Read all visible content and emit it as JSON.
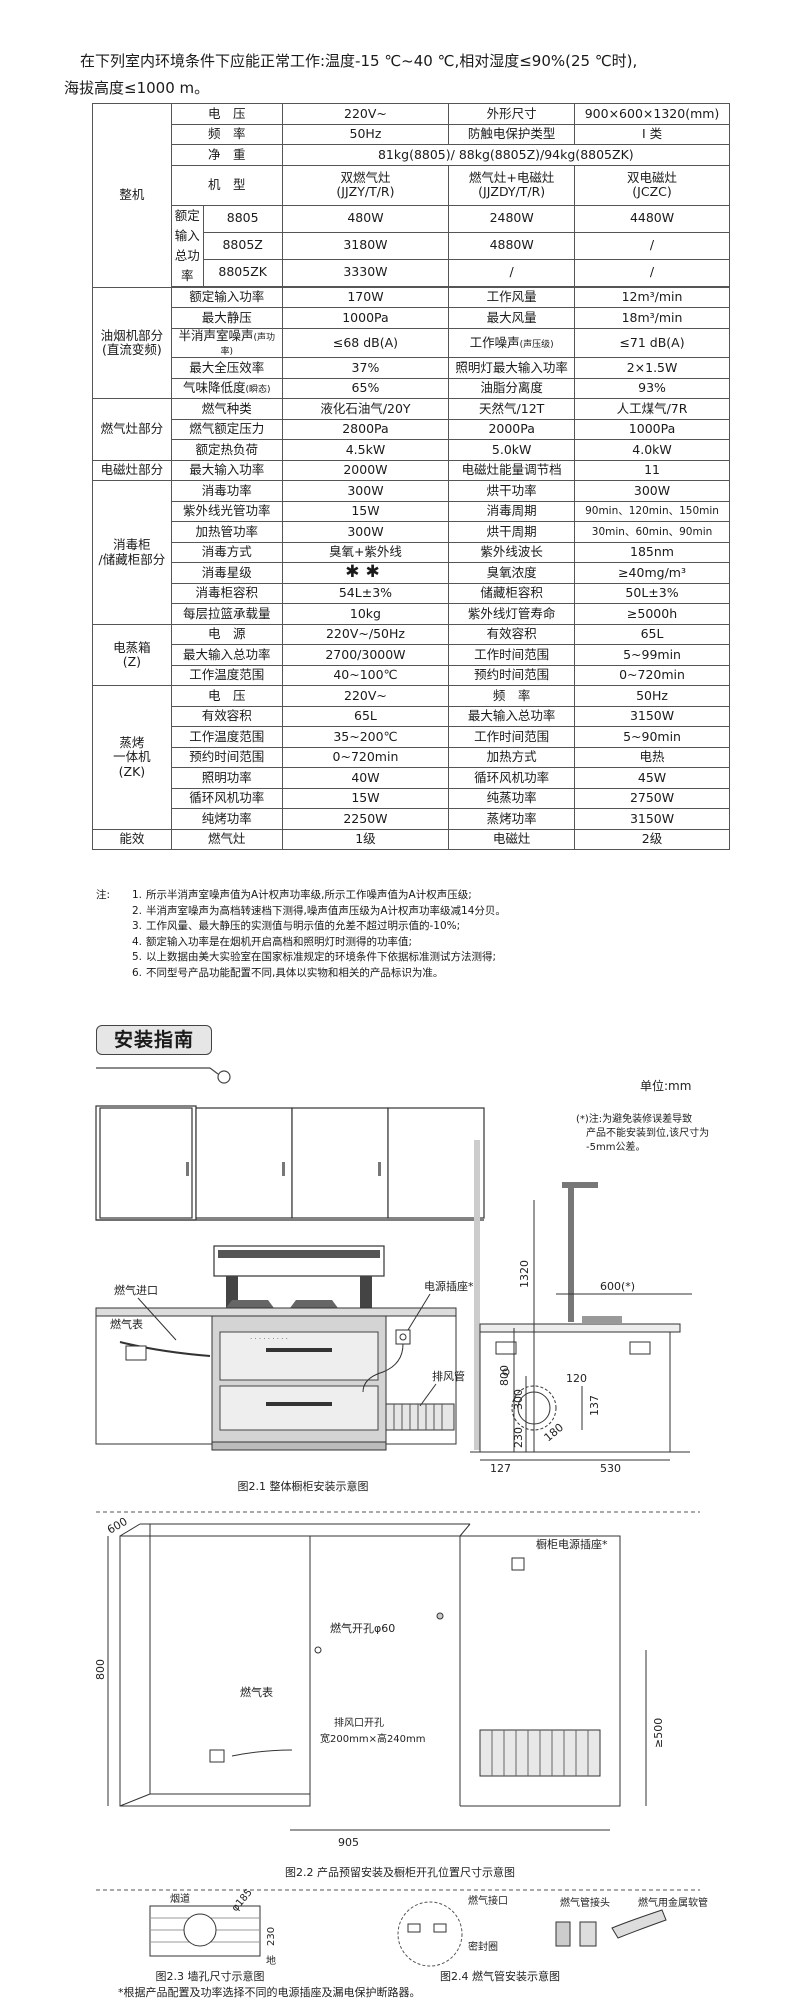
{
  "intro": {
    "line1": "在下列室内环境条件下应能正常工作:温度-15 ℃~40 ℃,相对湿度≤90%(25 ℃时),",
    "line2": "海拔高度≤1000 m。"
  },
  "table": {
    "whole": {
      "section": "整机",
      "voltage_label": "电　压",
      "voltage_value": "220V~",
      "size_label": "外形尺寸",
      "size_value": "900×600×1320(mm)",
      "freq_label": "频　率",
      "freq_value": "50Hz",
      "shock_label": "防触电保护类型",
      "shock_value": "I 类",
      "weight_label": "净　重",
      "weight_value": "81kg(8805)/ 88kg(8805Z)/94kg(8805ZK)",
      "model_label": "机　型",
      "model_1": "双燃气灶",
      "model_1_code": "(JJZY/T/R)",
      "model_2": "燃气灶+电磁灶",
      "model_2_code": "(JJZDY/T/R)",
      "model_3": "双电磁灶",
      "model_3_code": "(JCZC)",
      "rated_label_1": "额定",
      "rated_label_2": "输入",
      "rated_label_3": "总功率",
      "rows": [
        {
          "model": "8805",
          "v1": "480W",
          "v2": "2480W",
          "v3": "4480W"
        },
        {
          "model": "8805Z",
          "v1": "3180W",
          "v2": "4880W",
          "v3": "/"
        },
        {
          "model": "8805ZK",
          "v1": "3330W",
          "v2": "/",
          "v3": "/"
        }
      ]
    },
    "hood": {
      "section_1": "油烟机部分",
      "section_2": "(直流变频)",
      "rows": [
        {
          "l1": "额定输入功率",
          "v1": "170W",
          "l2": "工作风量",
          "v2": "12m³/min"
        },
        {
          "l1": "最大静压",
          "v1": "1000Pa",
          "l2": "最大风量",
          "v2": "18m³/min"
        },
        {
          "l1": "半消声室噪声",
          "l1s": "(声功率)",
          "v1": "≤68 dB(A)",
          "l2": "工作噪声",
          "l2s": "(声压级)",
          "v2": "≤71 dB(A)"
        },
        {
          "l1": "最大全压效率",
          "v1": "37%",
          "l2": "照明灯最大输入功率",
          "v2": "2×1.5W"
        },
        {
          "l1": "气味降低度",
          "l1s": "(瞬态)",
          "v1": "65%",
          "l2": "油脂分离度",
          "v2": "93%"
        }
      ]
    },
    "gas": {
      "section": "燃气灶部分",
      "rows": [
        {
          "l": "燃气种类",
          "v1": "液化石油气/20Y",
          "v2": "天然气/12T",
          "v3": "人工煤气/7R"
        },
        {
          "l": "燃气额定压力",
          "v1": "2800Pa",
          "v2": "2000Pa",
          "v3": "1000Pa"
        },
        {
          "l": "额定热负荷",
          "v1": "4.5kW",
          "v2": "5.0kW",
          "v3": "4.0kW"
        }
      ]
    },
    "induction": {
      "section": "电磁灶部分",
      "l1": "最大输入功率",
      "v1": "2000W",
      "l2": "电磁灶能量调节档",
      "v2": "11"
    },
    "disinfect": {
      "section_1": "消毒柜",
      "section_2": "/储藏柜部分",
      "rows": [
        {
          "l1": "消毒功率",
          "v1": "300W",
          "l2": "烘干功率",
          "v2": "300W"
        },
        {
          "l1": "紫外线光管功率",
          "v1": "15W",
          "l2": "消毒周期",
          "v2": "90min、120min、150min"
        },
        {
          "l1": "加热管功率",
          "v1": "300W",
          "l2": "烘干周期",
          "v2": "30min、60min、90min"
        },
        {
          "l1": "消毒方式",
          "v1": "臭氧+紫外线",
          "l2": "紫外线波长",
          "v2": "185nm"
        },
        {
          "l1": "消毒星级",
          "v1": "✱✱",
          "l2": "臭氧浓度",
          "v2": "≥40mg/m³"
        },
        {
          "l1": "消毒柜容积",
          "v1": "54L±3%",
          "l2": "储藏柜容积",
          "v2": "50L±3%"
        },
        {
          "l1": "每层拉篮承载量",
          "v1": "10kg",
          "l2": "紫外线灯管寿命",
          "v2": "≥5000h"
        }
      ]
    },
    "steamer": {
      "section_1": "电蒸箱",
      "section_2": "(Z)",
      "rows": [
        {
          "l1": "电　源",
          "v1": "220V~/50Hz",
          "l2": "有效容积",
          "v2": "65L"
        },
        {
          "l1": "最大输入总功率",
          "v1": "2700/3000W",
          "l2": "工作时间范围",
          "v2": "5~99min"
        },
        {
          "l1": "工作温度范围",
          "v1": "40~100℃",
          "l2": "预约时间范围",
          "v2": "0~720min"
        }
      ]
    },
    "steam_oven": {
      "section_1": "蒸烤",
      "section_2": "一体机",
      "section_3": "(ZK)",
      "rows": [
        {
          "l1": "电　压",
          "v1": "220V~",
          "l2": "频　率",
          "v2": "50Hz"
        },
        {
          "l1": "有效容积",
          "v1": "65L",
          "l2": "最大输入总功率",
          "v2": "3150W"
        },
        {
          "l1": "工作温度范围",
          "v1": "35~200℃",
          "l2": "工作时间范围",
          "v2": "5~90min"
        },
        {
          "l1": "预约时间范围",
          "v1": "0~720min",
          "l2": "加热方式",
          "v2": "电热"
        },
        {
          "l1": "照明功率",
          "v1": "40W",
          "l2": "循环风机功率",
          "v2": "45W"
        },
        {
          "l1": "循环风机功率",
          "v1": "15W",
          "l2": "纯蒸功率",
          "v2": "2750W"
        },
        {
          "l1": "纯烤功率",
          "v1": "2250W",
          "l2": "蒸烤功率",
          "v2": "3150W"
        }
      ]
    },
    "efficiency": {
      "section": "能效",
      "l1": "燃气灶",
      "v1": "1级",
      "l2": "电磁灶",
      "v2": "2级"
    }
  },
  "notes": {
    "prefix": "注:",
    "items": [
      {
        "n": "1.",
        "text": "所示半消声室噪声值为A计权声功率级,所示工作噪声值为A计权声压级;"
      },
      {
        "n": "2.",
        "text": "半消声室噪声为高档转速档下测得,噪声值声压级为A计权声功率级减14分贝。"
      },
      {
        "n": "3.",
        "text": "工作风量、最大静压的实测值与明示值的允差不超过明示值的-10%;"
      },
      {
        "n": "4.",
        "text": "额定输入功率是在烟机开启高档和照明灯时测得的功率值;"
      },
      {
        "n": "5.",
        "text": "以上数据由美大实验室在国家标准规定的环境条件下依据标准测试方法测得;"
      },
      {
        "n": "6.",
        "text": "不同型号产品功能配置不同,具体以实物和相关的产品标识为准。"
      }
    ]
  },
  "install": {
    "title": "安装指南",
    "unit": "单位:mm",
    "tolerance_1": "(*)注:为避免装修误差导致",
    "tolerance_2": "产品不能安装到位,该尺寸为",
    "tolerance_3": "-5mm公差。",
    "fig1": {
      "gas_inlet": "燃气进口",
      "gas_meter": "燃气表",
      "power_socket": "电源插座*",
      "exhaust_pipe": "排风管",
      "caption": "图2.1 整体橱柜安装示意图",
      "dims": {
        "d600": "600(*)",
        "d1320": "1320",
        "d800": "800",
        "d300": "300",
        "d230": "230",
        "d120": "120",
        "d137": "137",
        "d180": "180",
        "d127": "127",
        "d530": "530"
      }
    },
    "fig2": {
      "cabinet_socket": "橱柜电源插座*",
      "gas_hole": "燃气开孔φ60",
      "gas_meter": "燃气表",
      "exhaust_hole_1": "排风口开孔",
      "exhaust_hole_2": "宽200mm×高240mm",
      "d600": "600",
      "d800": "800",
      "d905": "905",
      "d500": "≥500",
      "caption": "图2.2 产品预留安装及橱柜开孔位置尺寸示意图"
    },
    "fig3": {
      "flue": "烟道",
      "d185": "φ185",
      "d230": "230",
      "ground": "地",
      "caption": "图2.3 墙孔尺寸示意图"
    },
    "fig4": {
      "gas_port": "燃气接口",
      "seal": "密封圈",
      "connector": "燃气管接头",
      "hose": "燃气用金属软管",
      "caption": "图2.4 燃气管安装示意图"
    },
    "footnote": "*根据产品配置及功率选择不同的电源插座及漏电保护断路器。"
  }
}
